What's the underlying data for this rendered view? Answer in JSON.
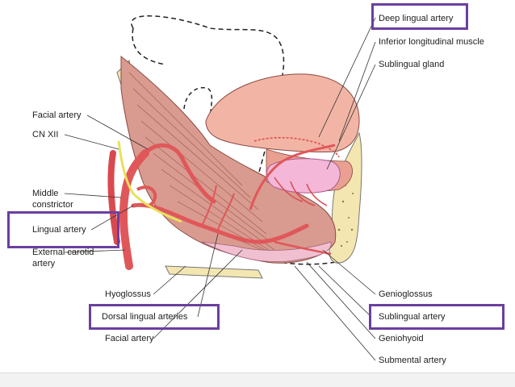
{
  "labels": {
    "deep_lingual_artery": "Deep lingual artery",
    "inferior_longitudinal_muscle": "Inferior longitudinal muscle",
    "sublingual_gland": "Sublingual gland",
    "facial_artery_top": "Facial artery",
    "cn_xii": "CN XII",
    "middle_constrictor_1": "Middle",
    "middle_constrictor_2": "constrictor",
    "lingual_artery": "Lingual artery",
    "external_carotid_1": "External carotid",
    "external_carotid_2": "artery",
    "hyoglossus": "Hyoglossus",
    "dorsal_lingual_arteries": "Dorsal lingual arteries",
    "facial_artery_bottom": "Facial artery",
    "genioglossus": "Genioglossus",
    "sublingual_artery": "Sublingual artery",
    "geniohyoid": "Geniohyoid",
    "submental_artery": "Submental artery"
  },
  "colors": {
    "highlight_box": "#6a3fa0",
    "artery": "#e0575a",
    "muscle": "#d99a8f",
    "tongue": "#f2b5a5",
    "gland": "#f4b7d8",
    "bone": "#f3e6b0",
    "nerve": "#e8e15a"
  }
}
